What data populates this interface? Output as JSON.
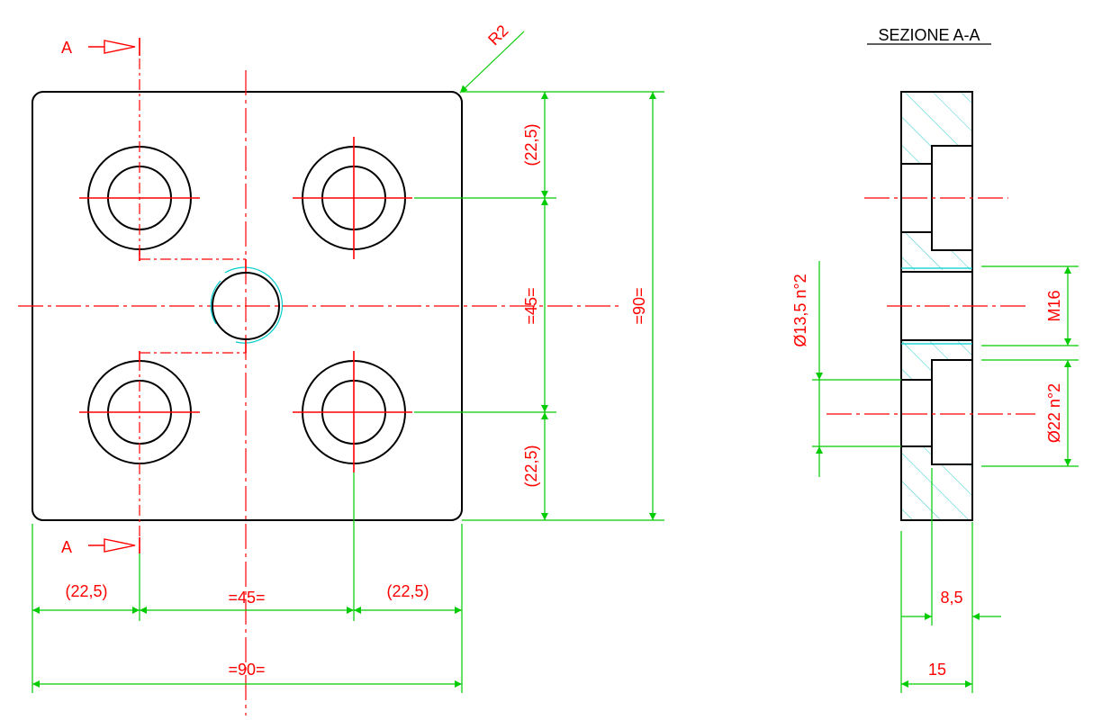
{
  "section_title": "SEZIONE A-A",
  "cut_label_top": "A",
  "cut_label_bottom": "A",
  "radius_label": "R2",
  "plan_dims": {
    "top_offset": "(22,5)",
    "middle": "=45=",
    "bottom_offset": "(22,5)",
    "overall_height": "=90=",
    "left_offset": "(22,5)",
    "center_width": "=45=",
    "right_offset": "(22,5)",
    "overall_width": "=90="
  },
  "section_dims": {
    "through_hole": "Ø13,5 n°2",
    "thread": "M16",
    "counterbore": "Ø22 n°2",
    "counterbore_depth": "8,5",
    "thickness": "15"
  },
  "colors": {
    "outline": "#000000",
    "dimension": "#00cc00",
    "text_and_axes": "#ff0000",
    "hatch": "#33cccc"
  }
}
